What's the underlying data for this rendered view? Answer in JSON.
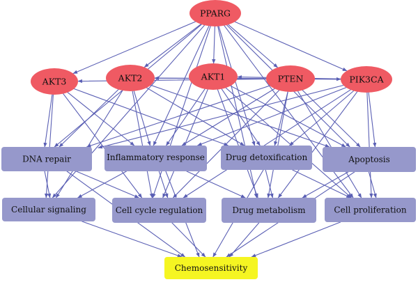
{
  "nodes": {
    "pparg": {
      "label": "PPARG",
      "kind": "gene"
    },
    "akt3": {
      "label": "AKT3",
      "kind": "gene"
    },
    "akt2": {
      "label": "AKT2",
      "kind": "gene"
    },
    "akt1": {
      "label": "AKT1",
      "kind": "gene"
    },
    "pten": {
      "label": "PTEN",
      "kind": "gene"
    },
    "pik3ca": {
      "label": "PIK3CA",
      "kind": "gene"
    },
    "dna_repair": {
      "label": "DNA repair",
      "kind": "process"
    },
    "inflammatory": {
      "label": "Inflammatory response",
      "kind": "process"
    },
    "drug_detox": {
      "label": "Drug detoxification",
      "kind": "process"
    },
    "apoptosis": {
      "label": "Apoptosis",
      "kind": "process"
    },
    "cell_signaling": {
      "label": "Cellular signaling",
      "kind": "process"
    },
    "cell_cycle": {
      "label": "Cell cycle regulation",
      "kind": "process"
    },
    "drug_metabolism": {
      "label": "Drug metabolism",
      "kind": "process"
    },
    "cell_prolif": {
      "label": "Cell proliferation",
      "kind": "process"
    },
    "chemo": {
      "label": "Chemosensitivity",
      "kind": "outcome"
    }
  },
  "colors": {
    "gene": "#ef5a63",
    "process": "#9698cb",
    "outcome": "#f5f522",
    "edge": "#5a5fb4",
    "text": "#111111"
  },
  "edges": [
    [
      "pparg",
      "akt3"
    ],
    [
      "pparg",
      "akt2"
    ],
    [
      "pparg",
      "akt1"
    ],
    [
      "pparg",
      "pten"
    ],
    [
      "pparg",
      "pik3ca"
    ],
    [
      "pparg",
      "dna_repair"
    ],
    [
      "pparg",
      "inflammatory"
    ],
    [
      "pparg",
      "drug_detox"
    ],
    [
      "pparg",
      "apoptosis"
    ],
    [
      "pparg",
      "cell_cycle"
    ],
    [
      "pparg",
      "drug_metabolism"
    ],
    [
      "pparg",
      "cell_prolif"
    ],
    [
      "pparg",
      "cell_signaling"
    ],
    [
      "akt3",
      "dna_repair"
    ],
    [
      "akt3",
      "inflammatory"
    ],
    [
      "akt3",
      "drug_detox"
    ],
    [
      "akt3",
      "cell_signaling"
    ],
    [
      "akt3",
      "cell_cycle"
    ],
    [
      "akt2",
      "dna_repair"
    ],
    [
      "akt2",
      "inflammatory"
    ],
    [
      "akt2",
      "drug_detox"
    ],
    [
      "akt2",
      "apoptosis"
    ],
    [
      "akt2",
      "cell_cycle"
    ],
    [
      "akt2",
      "cell_signaling"
    ],
    [
      "akt1",
      "inflammatory"
    ],
    [
      "akt1",
      "drug_detox"
    ],
    [
      "akt1",
      "apoptosis"
    ],
    [
      "akt1",
      "cell_cycle"
    ],
    [
      "akt1",
      "drug_metabolism"
    ],
    [
      "akt1",
      "cell_prolif"
    ],
    [
      "pten",
      "dna_repair"
    ],
    [
      "pten",
      "inflammatory"
    ],
    [
      "pten",
      "drug_detox"
    ],
    [
      "pten",
      "apoptosis"
    ],
    [
      "pten",
      "cell_cycle"
    ],
    [
      "pten",
      "drug_metabolism"
    ],
    [
      "pten",
      "cell_prolif"
    ],
    [
      "pten",
      "akt3"
    ],
    [
      "pten",
      "akt2"
    ],
    [
      "pten",
      "pik3ca"
    ],
    [
      "pik3ca",
      "dna_repair"
    ],
    [
      "pik3ca",
      "inflammatory"
    ],
    [
      "pik3ca",
      "drug_detox"
    ],
    [
      "pik3ca",
      "apoptosis"
    ],
    [
      "pik3ca",
      "cell_cycle"
    ],
    [
      "pik3ca",
      "drug_metabolism"
    ],
    [
      "pik3ca",
      "cell_prolif"
    ],
    [
      "pik3ca",
      "akt2"
    ],
    [
      "pik3ca",
      "akt1"
    ],
    [
      "dna_repair",
      "cell_signaling"
    ],
    [
      "dna_repair",
      "cell_cycle"
    ],
    [
      "inflammatory",
      "cell_signaling"
    ],
    [
      "inflammatory",
      "cell_cycle"
    ],
    [
      "inflammatory",
      "drug_metabolism"
    ],
    [
      "drug_detox",
      "drug_metabolism"
    ],
    [
      "drug_detox",
      "cell_prolif"
    ],
    [
      "apoptosis",
      "cell_prolif"
    ],
    [
      "apoptosis",
      "drug_metabolism"
    ],
    [
      "dna_repair",
      "chemo"
    ],
    [
      "inflammatory",
      "chemo"
    ],
    [
      "drug_detox",
      "chemo"
    ],
    [
      "apoptosis",
      "chemo"
    ],
    [
      "cell_signaling",
      "chemo"
    ],
    [
      "cell_cycle",
      "chemo"
    ],
    [
      "drug_metabolism",
      "chemo"
    ],
    [
      "cell_prolif",
      "chemo"
    ]
  ]
}
